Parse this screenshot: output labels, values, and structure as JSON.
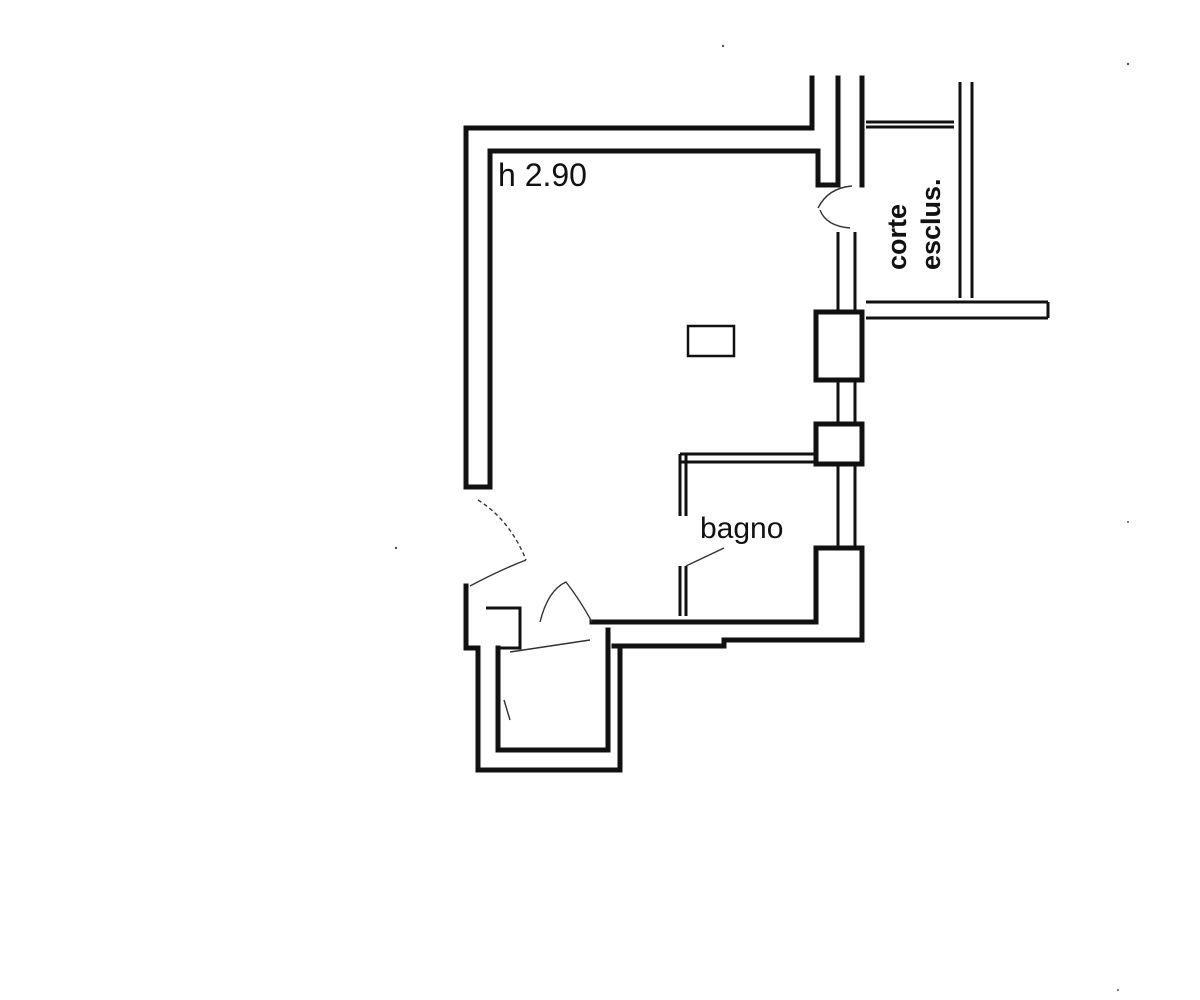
{
  "labels": {
    "ceiling_height": "h 2.90",
    "bathroom": "bagno",
    "courtyard_line1": "corte",
    "courtyard_line2": "esclus."
  },
  "colors": {
    "background": "#ffffff",
    "ink": "#111111"
  }
}
